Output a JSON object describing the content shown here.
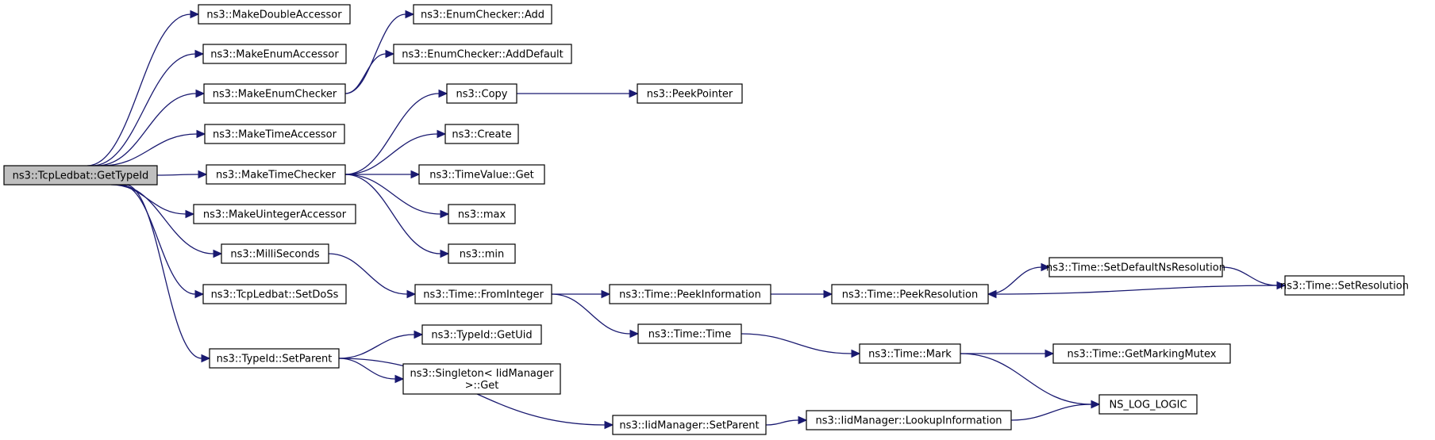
{
  "colors": {
    "edge": "#191970",
    "root_fill": "#bfbfbf",
    "node_fill": "#ffffff",
    "node_border": "#000000"
  },
  "nodes": {
    "getTypeId": {
      "label": "ns3::TcpLedbat::GetTypeId",
      "kind": "root"
    },
    "makeDoubleAcc": {
      "label": "ns3::MakeDoubleAccessor"
    },
    "makeEnumAcc": {
      "label": "ns3::MakeEnumAccessor"
    },
    "makeEnumChecker": {
      "label": "ns3::MakeEnumChecker"
    },
    "makeTimeAcc": {
      "label": "ns3::MakeTimeAccessor"
    },
    "makeTimeChecker": {
      "label": "ns3::MakeTimeChecker"
    },
    "makeUintAcc": {
      "label": "ns3::MakeUintegerAccessor"
    },
    "milliSeconds": {
      "label": "ns3::MilliSeconds"
    },
    "setDoSs": {
      "label": "ns3::TcpLedbat::SetDoSs"
    },
    "typeIdSetParent": {
      "label": "ns3::TypeId::SetParent"
    },
    "enumAdd": {
      "label": "ns3::EnumChecker::Add"
    },
    "enumAddDefault": {
      "label": "ns3::EnumChecker::AddDefault"
    },
    "copy": {
      "label": "ns3::Copy"
    },
    "peekPointer": {
      "label": "ns3::PeekPointer"
    },
    "create": {
      "label": "ns3::Create"
    },
    "timeValueGet": {
      "label": "ns3::TimeValue::Get"
    },
    "max": {
      "label": "ns3::max"
    },
    "min": {
      "label": "ns3::min"
    },
    "fromInteger": {
      "label": "ns3::Time::FromInteger"
    },
    "peekInformation": {
      "label": "ns3::Time::PeekInformation"
    },
    "peekResolution": {
      "label": "ns3::Time::PeekResolution"
    },
    "setDefaultNsRes": {
      "label": "ns3::Time::SetDefaultNsResolution"
    },
    "setResolution": {
      "label": "ns3::Time::SetResolution"
    },
    "timeTime": {
      "label": "ns3::Time::Time"
    },
    "timeMark": {
      "label": "ns3::Time::Mark"
    },
    "getMarkingMutex": {
      "label": "ns3::Time::GetMarkingMutex"
    },
    "nsLogLogic": {
      "label": "NS_LOG_LOGIC"
    },
    "typeIdGetUid": {
      "label": "ns3::TypeId::GetUid"
    },
    "singletonGet": {
      "label_lines": [
        "ns3::Singleton< IidManager",
        ">::Get"
      ]
    },
    "iidSetParent": {
      "label": "ns3::IidManager::SetParent"
    },
    "lookupInfo": {
      "label": "ns3::IidManager::LookupInformation"
    }
  },
  "edges": [
    [
      "getTypeId",
      "makeDoubleAcc"
    ],
    [
      "getTypeId",
      "makeEnumAcc"
    ],
    [
      "getTypeId",
      "makeEnumChecker"
    ],
    [
      "getTypeId",
      "makeTimeAcc"
    ],
    [
      "getTypeId",
      "makeTimeChecker"
    ],
    [
      "getTypeId",
      "makeUintAcc"
    ],
    [
      "getTypeId",
      "milliSeconds"
    ],
    [
      "getTypeId",
      "setDoSs"
    ],
    [
      "getTypeId",
      "typeIdSetParent"
    ],
    [
      "makeEnumChecker",
      "enumAdd"
    ],
    [
      "makeEnumChecker",
      "enumAddDefault"
    ],
    [
      "makeTimeChecker",
      "copy"
    ],
    [
      "makeTimeChecker",
      "create"
    ],
    [
      "makeTimeChecker",
      "timeValueGet"
    ],
    [
      "makeTimeChecker",
      "max"
    ],
    [
      "makeTimeChecker",
      "min"
    ],
    [
      "copy",
      "peekPointer"
    ],
    [
      "milliSeconds",
      "fromInteger"
    ],
    [
      "fromInteger",
      "peekInformation"
    ],
    [
      "fromInteger",
      "timeTime"
    ],
    [
      "peekInformation",
      "peekResolution"
    ],
    [
      "peekResolution",
      "setDefaultNsRes"
    ],
    [
      "setDefaultNsRes",
      "setResolution"
    ],
    [
      "setResolution",
      "peekResolution"
    ],
    [
      "timeTime",
      "timeMark"
    ],
    [
      "timeMark",
      "getMarkingMutex"
    ],
    [
      "timeMark",
      "nsLogLogic"
    ],
    [
      "typeIdSetParent",
      "typeIdGetUid"
    ],
    [
      "typeIdSetParent",
      "singletonGet"
    ],
    [
      "typeIdSetParent",
      "iidSetParent"
    ],
    [
      "iidSetParent",
      "lookupInfo"
    ],
    [
      "lookupInfo",
      "nsLogLogic"
    ]
  ]
}
